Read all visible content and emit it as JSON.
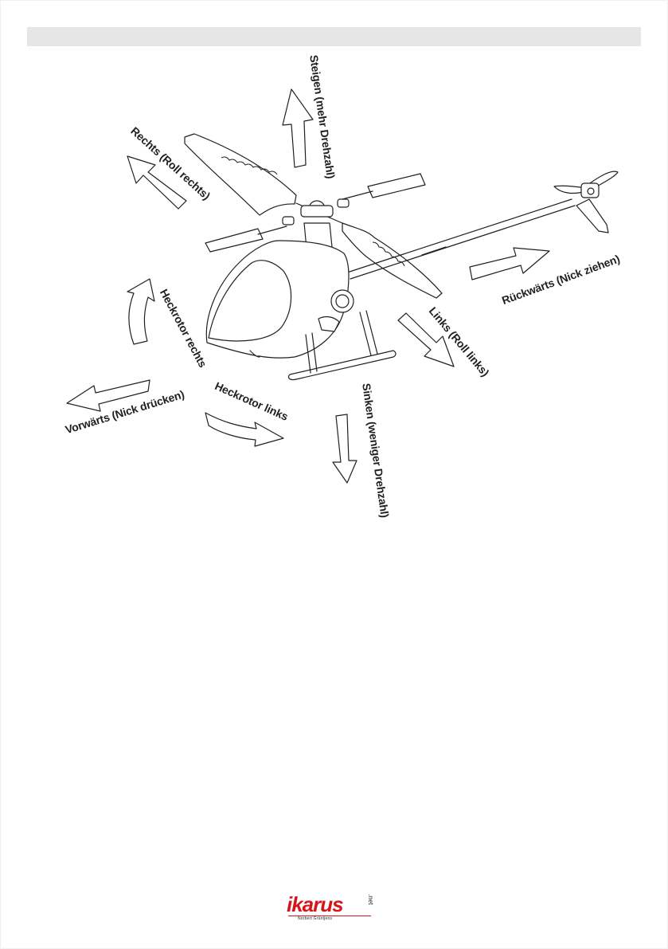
{
  "labels": {
    "steigen": "Steigen (mehr Drehzahl)",
    "rechts": "Rechts (Roll rechts)",
    "rueckwaerts": "Rückwärts (Nick ziehen)",
    "heckrotor_rechts": "Heckrotor rechts",
    "links": "Links (Roll links)",
    "vorwaerts": "Vorwärts (Nick drücken)",
    "heckrotor_links": "Heckrotor links",
    "sinken": "Sinken (weniger Drehzahl)"
  },
  "logo": {
    "brand": "ikarus",
    "suffix": ".net",
    "sub": "Norbert Grüntjens"
  },
  "colors": {
    "line": "#231f20",
    "header": "#e6e6e6",
    "logo_red": "#d7141a"
  }
}
